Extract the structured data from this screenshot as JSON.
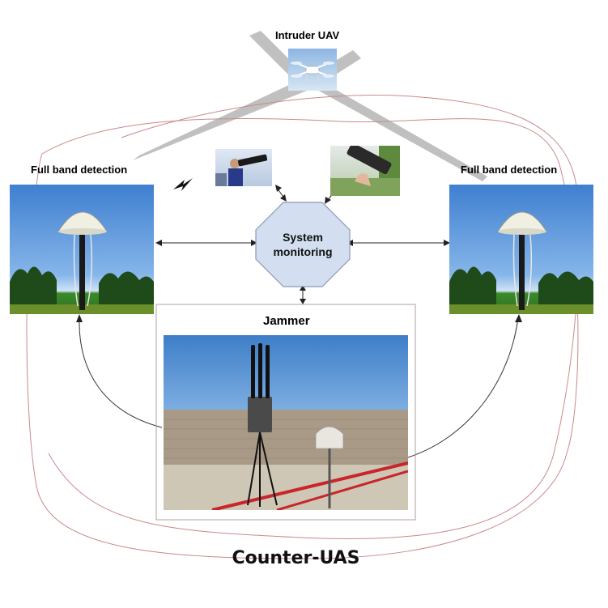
{
  "title": "Counter-UAS",
  "nodes": {
    "intruder": {
      "label": "Intruder UAV"
    },
    "detector_left": {
      "label": "Full band detection"
    },
    "detector_right": {
      "label": "Full band detection"
    },
    "monitor": {
      "label_line1": "System",
      "label_line2": "monitoring"
    },
    "jammer": {
      "label": "Jammer"
    }
  },
  "colors": {
    "beam": "#b9b9b9",
    "loop_line": "#c98a8a",
    "arrow": "#222222",
    "octagon_fill": "#d3dff0",
    "octagon_stroke": "#8a9ab5",
    "sky": "#3f7fd0",
    "grass": "#3b8a2a"
  },
  "icons": [
    "drone-icon",
    "lightning-icon",
    "jammer-gun-icon",
    "detection-antenna-icon"
  ]
}
